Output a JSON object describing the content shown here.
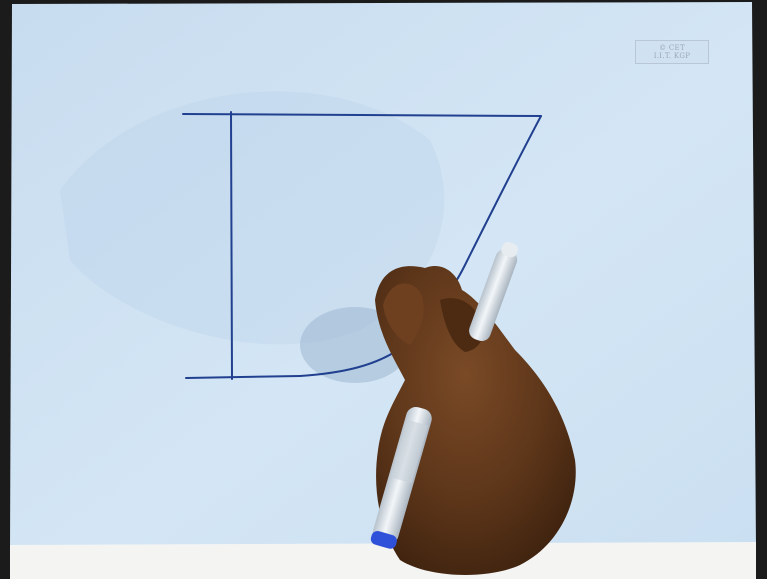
{
  "image": {
    "kind": "photo",
    "subject": "hand-drawn shape with a marker pen on a light blue sheet",
    "colors": {
      "sheet": "#cfe2f3",
      "ink": "#1f3f93",
      "skin": "#5a3418",
      "pen_body": "#dfe6ee",
      "pen_cap": "#2a4bd8"
    }
  },
  "watermark": {
    "line1": "© CET",
    "line2": "I.I.T. KGP"
  }
}
